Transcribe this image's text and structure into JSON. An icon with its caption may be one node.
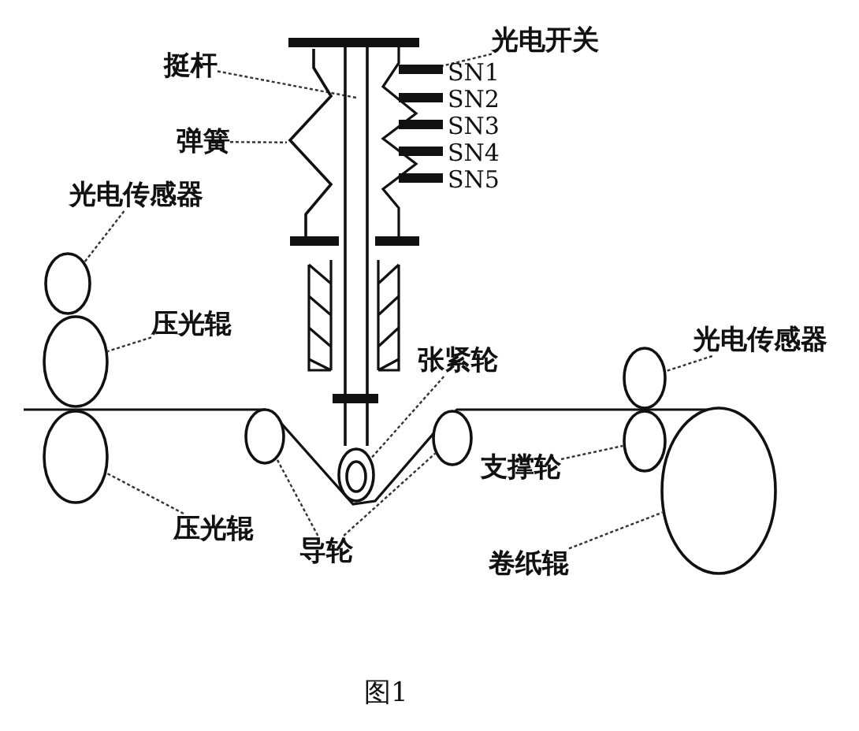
{
  "diagram": {
    "caption": "图1",
    "nodes": [
      {
        "text": [
          "挺杆"
        ]
      },
      {
        "text": [],
        "shape": "bar"
      },
      {
        "text": [
          "弹簧"
        ]
      },
      {
        "text": [],
        "shape": "spring"
      },
      {
        "text": [
          "光电开关"
        ]
      },
      {
        "text": [],
        "shape": "bar"
      },
      {
        "text": [
          "光电传感器"
        ]
      },
      {
        "text": [],
        "shape": "circle"
      },
      {
        "text": [
          "压光辊"
        ]
      },
      {
        "text": [],
        "shape": "circle"
      },
      {
        "text": [],
        "shape": "circle"
      },
      {
        "text": [
          "压光辊"
        ]
      },
      {
        "text": [],
        "shape": "circle"
      },
      {
        "text": [
          "导轮"
        ]
      },
      {
        "text": [],
        "shape": "circle"
      },
      {
        "text": [
          "张紧轮"
        ]
      },
      {
        "text": [],
        "shape": "circle"
      },
      {
        "text": [
          "光电传感器"
        ]
      },
      {
        "text": [],
        "shape": "circle"
      },
      {
        "text": [
          "支撑轮"
        ]
      },
      {
        "text": [],
        "shape": "circle"
      },
      {
        "text": [],
        "shape": "circle"
      },
      {
        "text": [
          "卷纸辊"
        ]
      }
    ],
    "edges": [
      {
        "from": 0,
        "to": 1,
        "arrow": "none"
      },
      {
        "from": 2,
        "to": 3,
        "arrow": "none"
      },
      {
        "from": 4,
        "to": 5,
        "arrow": "none"
      },
      {
        "from": 6,
        "to": 7,
        "arrow": "none"
      },
      {
        "from": 8,
        "to": 9,
        "arrow": "none"
      },
      {
        "from": 11,
        "to": 10,
        "arrow": "none"
      },
      {
        "from": 13,
        "to": 12,
        "arrow": "none"
      },
      {
        "from": 13,
        "to": 16,
        "arrow": "none"
      },
      {
        "from": 15,
        "to": 14,
        "arrow": "none"
      },
      {
        "from": 17,
        "to": 18,
        "arrow": "none"
      },
      {
        "from": 19,
        "to": 20,
        "arrow": "none"
      },
      {
        "from": 22,
        "to": 21,
        "arrow": "none"
      }
    ],
    "labels": [
      "SN1",
      "SN2",
      "SN3",
      "SN4",
      "SN5"
    ]
  }
}
